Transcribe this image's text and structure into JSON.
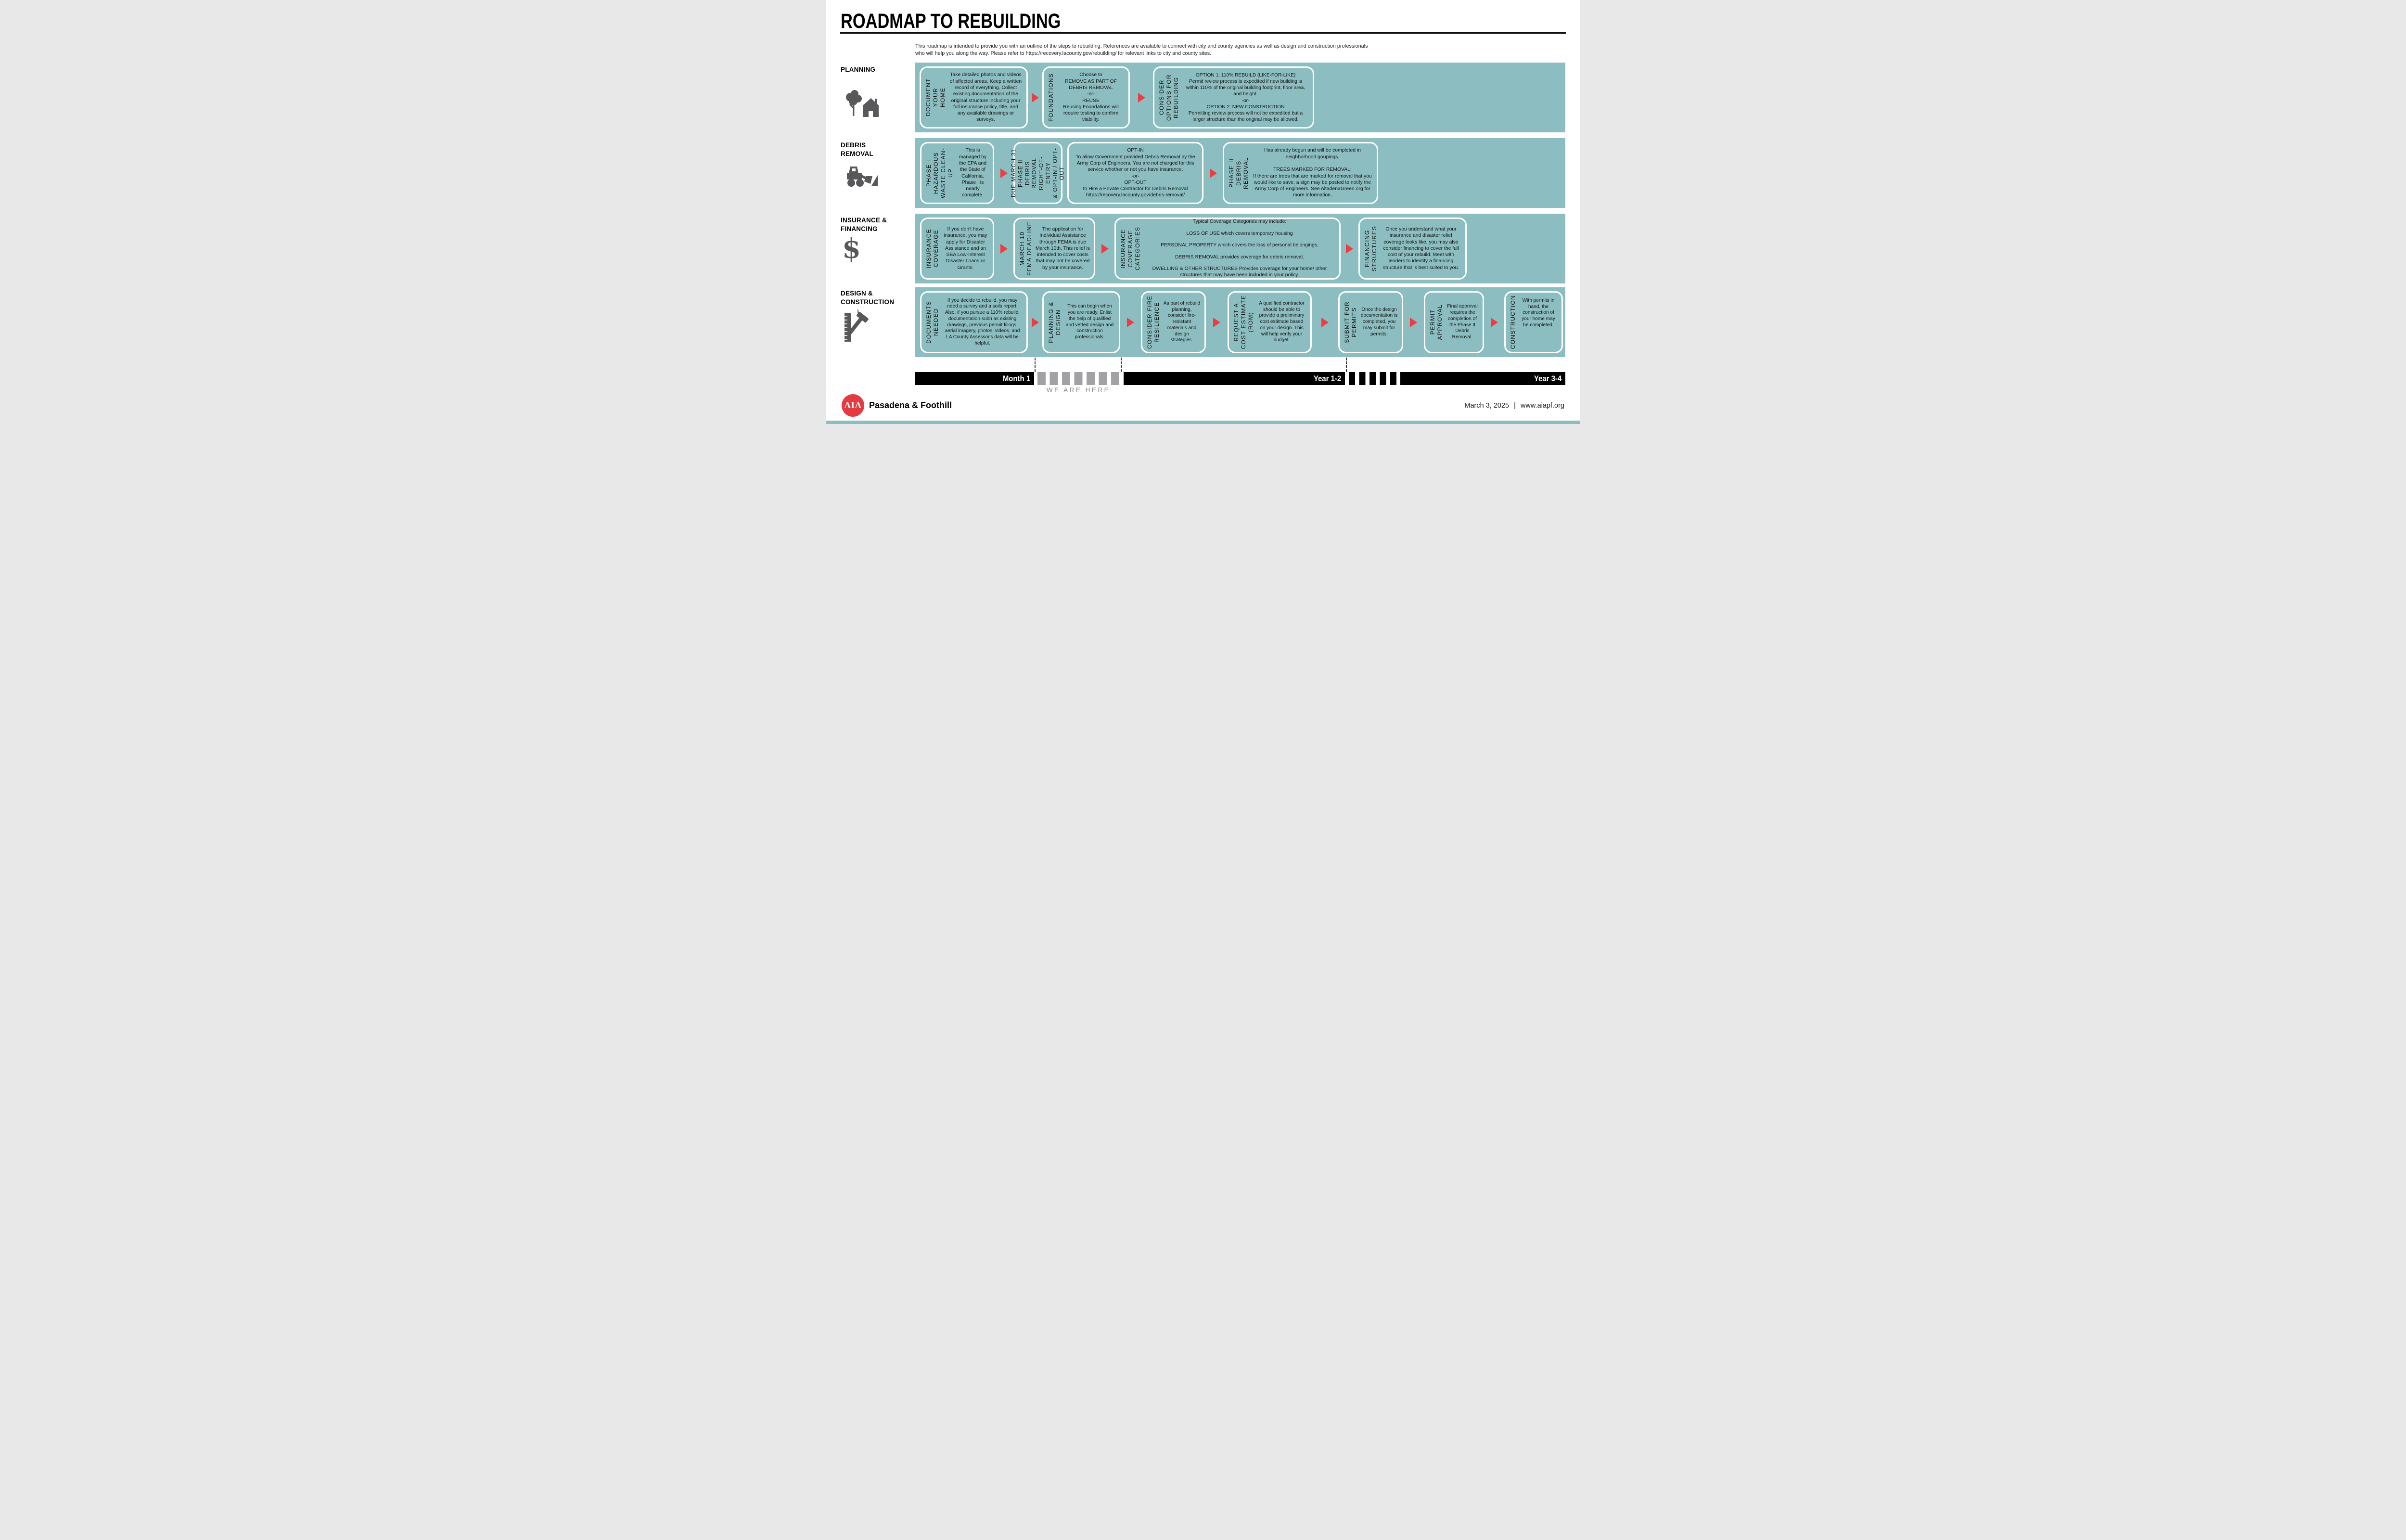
{
  "colors": {
    "row_background": "#8CBEC1",
    "arrow_red": "#EF3B41",
    "logo_red": "#E33B41",
    "stripe_gray": "#A2A2A6",
    "timeline_black": "#000000"
  },
  "header": {
    "title": "ROADMAP TO REBUILDING",
    "intro": "This roadmap is intended to provide you with an outline of the steps to rebuilding. References are available to connect with city and county agencies as well as design and construction professionals who will help you along the way. Please refer to https://recovery.lacounty.gov/rebuilding/ for relevant links to city and county sites."
  },
  "icons": {
    "dollar_glyph": "$"
  },
  "rows": [
    {
      "sidebar_label": [
        "PLANNING"
      ],
      "boxes": [
        {
          "label": [
            "DOCUMENT YOUR",
            "HOME"
          ],
          "body": "Take detailed photos and videos of affected areas. Keep a written record of everything. Collect existing documentation of the original structure including your full insurance policy, title, and any available drawings or surveys."
        },
        {
          "label": [
            "FOUNDATIONS"
          ],
          "body": [
            "Choose to",
            "REMOVE AS PART OF",
            "DEBRIS REMOVAL",
            "-or-",
            "REUSE",
            "Reusing Foundations will require testing to confirm viability."
          ]
        },
        {
          "label": [
            "CONSIDER",
            "OPTIONS FOR",
            "REBUILDING"
          ],
          "body": [
            "OPTION 1: 110% REBUILD (LIKE-FOR-LIKE)",
            "Permit review process is expedited if new building is within 110% of the original building footprint, floor area, and height.",
            "-or-",
            "OPTION 2: NEW CONSTRUCTION",
            "Permitting review process will not be expedited but a larger structure than the original may be allowed."
          ]
        }
      ]
    },
    {
      "sidebar_label": [
        "DEBRIS",
        "REMOVAL"
      ],
      "boxes": [
        {
          "label": [
            "PHASE I",
            "HAZARDOUS",
            "WASTE CLEAN-UP"
          ],
          "body": "This is managed by the EPA and the State of California. Phase I is nearly complete."
        },
        {
          "label": [
            "DUE MARCH 31",
            "PHASE II DEBRIS",
            "REMOVAL",
            "RIGHT-OF-ENTRY",
            "& OPT-IN / OPT-",
            "OUT"
          ],
          "body": ""
        },
        {
          "label": [],
          "body": [
            "OPT-IN",
            "To allow Government provided Debris Removal by the Army Corp of Engineers. You are not charged for this service whether or not you have insurance.",
            "-or-",
            "OPT-OUT",
            "to Hire a Private Contractor for Debris Removal",
            "https://recovery.lacounty.gov/debris-removal/"
          ]
        },
        {
          "label": [
            "PHASE II",
            "DEBRIS REMOVAL"
          ],
          "body": [
            "Has already begun and will be completed in neighborhood goupings.",
            "",
            "TREES MARKED FOR REMOVAL:",
            "If there are trees that are marked for removal that you would like to save, a sign may be posted to notify the Army Corp of Engineers. See AltadenaGreen.org for more information."
          ]
        }
      ]
    },
    {
      "sidebar_label": [
        "INSURANCE &",
        "FINANCING"
      ],
      "boxes": [
        {
          "label": [
            "INSURANCE",
            "COVERAGE"
          ],
          "body": "If you don't have insurance, you may apply for Disaster Assistance and an SBA Low-Interest Disaster Loans or Grants."
        },
        {
          "label": [
            "MARCH 10",
            "FEMA DEADLINE"
          ],
          "body": "The application for Individual Assistance through FEMA is due March 10th. This relief is intended to cover costs that may not be covered by your insurance."
        },
        {
          "label": [
            "INSURANCE",
            "COVERAGE",
            "CATEGORIES"
          ],
          "body": [
            "Typical Coverage Categories  may include:",
            "",
            "LOSS OF USE which covers temporary housing",
            "",
            "PERSONAL PROPERTY which covers the loss of personal belongings.",
            "",
            "DEBRIS REMOVAL provides coverage for debris removal.",
            "",
            "DWELLING & OTHER STRUCTURES Provides coverage for your home/ other structures that may have been included in your policy."
          ]
        },
        {
          "label": [
            "FINANCING",
            "STRUCTURES"
          ],
          "body": "Once you understand what your insurance and disaster relief coverage looks like, you may also consider financing to cover the full cost  of your rebuild. Meet with lenders to identify a financing structure that is best suited to you."
        }
      ]
    },
    {
      "sidebar_label": [
        "DESIGN &",
        "CONSTRUCTION"
      ],
      "boxes": [
        {
          "label": [
            "DOCUMENTS",
            "NEEDED"
          ],
          "body": "If you decide to rebuild, you may need a survey and a soils report. Also, if you pursue a 110% rebuild, documentation subh as existing drawings, previous permit filings, aerial imagery, photos, videos, and LA County Assessor's data will be helpful."
        },
        {
          "label": [
            "PLANNING &",
            "DESIGN"
          ],
          "body": "This can begin when you are ready. Enlist the help of qualified and vetted design and construction professionals."
        },
        {
          "label": [
            "CONSIDER FIRE",
            "RESILIENCE"
          ],
          "body": "As part of rebuild planning, consider fire-resistant materials and design strategies."
        },
        {
          "label": [
            "REQUEST A",
            "COST ESTIMATE",
            "(ROM)"
          ],
          "body": "A qualified contractor should be able to provide a preliminary cost estimate based on your design. This will help verify your budget."
        },
        {
          "label": [
            "SUBMIT FOR",
            "PERMITS"
          ],
          "body": "Once the design documentation is completed, you may submit for permits."
        },
        {
          "label": [
            "PERMIT",
            "APPROVAL"
          ],
          "body": "Final approval requires the completion of the Phase II Debris Removal."
        },
        {
          "label": [
            "CONSTRUCTION"
          ],
          "body": "With permits in hand, the construction of your home may be completed."
        }
      ]
    }
  ],
  "timeline": {
    "month1": "Month 1",
    "year12": "Year 1-2",
    "year34": "Year 3-4",
    "we_are_here": "WE ARE HERE"
  },
  "footer": {
    "logo_text": "AIA",
    "org_name": "Pasadena & Foothill",
    "date": "March 3, 2025",
    "separator": "|",
    "url": "www.aiapf.org"
  }
}
